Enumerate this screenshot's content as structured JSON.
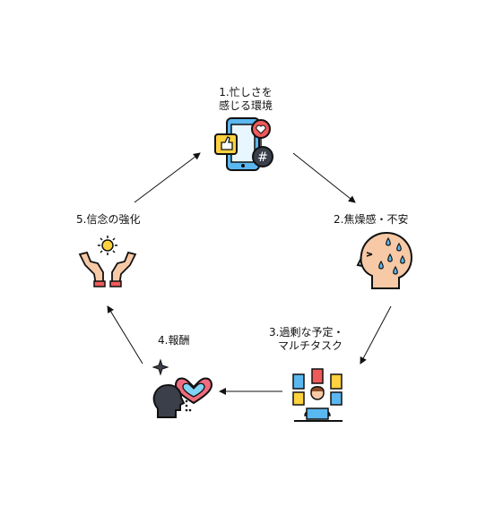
{
  "nodes": [
    {
      "id": "busy",
      "label_line1": "1.忙しさを",
      "label_line2": "感じる環境",
      "icon": "smartphone-social-icon"
    },
    {
      "id": "anxiety",
      "label": "2.焦燥感・不安",
      "icon": "sweating-head-icon"
    },
    {
      "id": "overload",
      "label_line1": "3.過剰な予定・",
      "label_line2": "マルチタスク",
      "icon": "multitasking-worker-icon"
    },
    {
      "id": "reward",
      "label": "4.報酬",
      "icon": "head-with-heart-icon"
    },
    {
      "id": "belief",
      "label": "5.信念の強化",
      "icon": "hands-with-sun-icon"
    }
  ],
  "colors": {
    "line": "#111111",
    "skin": "#f7c9a6",
    "blue": "#5bb7f0",
    "red": "#ef5a5a",
    "yellow": "#ffd23f",
    "heart": "#f06b7d",
    "heart_inner": "#7fd4f5",
    "dark": "#3a3f4a"
  }
}
